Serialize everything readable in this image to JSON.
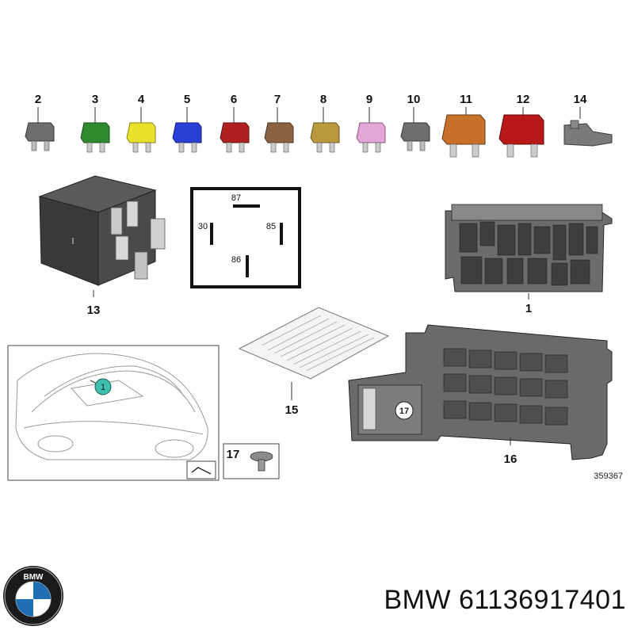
{
  "callouts": {
    "c1": "1",
    "c2": "2",
    "c3": "3",
    "c4": "4",
    "c5": "5",
    "c6": "6",
    "c7": "7",
    "c8": "8",
    "c9": "9",
    "c10": "10",
    "c11": "11",
    "c12": "12",
    "c13": "13",
    "c14": "14",
    "c15": "15",
    "c16": "16",
    "c17": "17"
  },
  "relay_pins": {
    "p87": "87",
    "p30": "30",
    "p85": "85",
    "p86": "86"
  },
  "locator_badge": "1",
  "bracket_badge": "17",
  "diagram_number": "359367",
  "footer": {
    "brand": "BMW",
    "part_number": "61136917401"
  },
  "logo_text": "BMW",
  "colors": {
    "fuse_2": "#6e6e6e",
    "fuse_3": "#2f8a2f",
    "fuse_4": "#e8e22a",
    "fuse_5": "#2a3fd6",
    "fuse_6": "#b02020",
    "fuse_7": "#8a6242",
    "fuse_8": "#b89a3c",
    "fuse_9": "#e3a6d8",
    "fuse_10": "#6e6e6e",
    "fuse_11": "#c7702a",
    "fuse_12": "#b81818",
    "fuse_14": "#7a7a7a",
    "locator_badge": "#3fbfae"
  }
}
